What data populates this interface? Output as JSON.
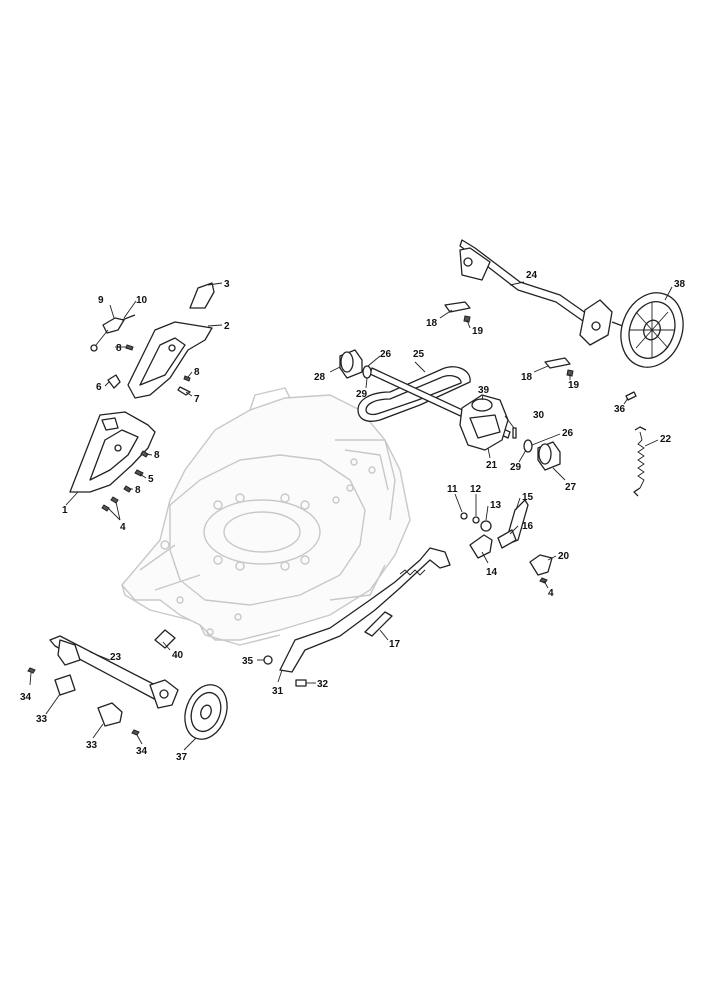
{
  "diagram": {
    "colors": {
      "line": "#222222",
      "deck": "#c8c8c8",
      "background": "#ffffff"
    },
    "callouts": [
      {
        "id": "c1",
        "label": "1"
      },
      {
        "id": "c2",
        "label": "2"
      },
      {
        "id": "c3",
        "label": "3"
      },
      {
        "id": "c4a",
        "label": "4"
      },
      {
        "id": "c4b",
        "label": "4"
      },
      {
        "id": "c5",
        "label": "5"
      },
      {
        "id": "c6",
        "label": "6"
      },
      {
        "id": "c7",
        "label": "7"
      },
      {
        "id": "c8a",
        "label": "8"
      },
      {
        "id": "c8b",
        "label": "8"
      },
      {
        "id": "c8c",
        "label": "8"
      },
      {
        "id": "c8d",
        "label": "8"
      },
      {
        "id": "c9",
        "label": "9"
      },
      {
        "id": "c10",
        "label": "10"
      },
      {
        "id": "c11",
        "label": "11"
      },
      {
        "id": "c12",
        "label": "12"
      },
      {
        "id": "c13",
        "label": "13"
      },
      {
        "id": "c14",
        "label": "14"
      },
      {
        "id": "c15",
        "label": "15"
      },
      {
        "id": "c16",
        "label": "16"
      },
      {
        "id": "c17",
        "label": "17"
      },
      {
        "id": "c18a",
        "label": "18"
      },
      {
        "id": "c18b",
        "label": "18"
      },
      {
        "id": "c19a",
        "label": "19"
      },
      {
        "id": "c19b",
        "label": "19"
      },
      {
        "id": "c20",
        "label": "20"
      },
      {
        "id": "c21",
        "label": "21"
      },
      {
        "id": "c22",
        "label": "22"
      },
      {
        "id": "c23",
        "label": "23"
      },
      {
        "id": "c24",
        "label": "24"
      },
      {
        "id": "c25",
        "label": "25"
      },
      {
        "id": "c26a",
        "label": "26"
      },
      {
        "id": "c26b",
        "label": "26"
      },
      {
        "id": "c27",
        "label": "27"
      },
      {
        "id": "c28",
        "label": "28"
      },
      {
        "id": "c29a",
        "label": "29"
      },
      {
        "id": "c29b",
        "label": "29"
      },
      {
        "id": "c30",
        "label": "30"
      },
      {
        "id": "c31",
        "label": "31"
      },
      {
        "id": "c32",
        "label": "32"
      },
      {
        "id": "c33a",
        "label": "33"
      },
      {
        "id": "c33b",
        "label": "33"
      },
      {
        "id": "c34a",
        "label": "34"
      },
      {
        "id": "c34b",
        "label": "34"
      },
      {
        "id": "c35",
        "label": "35"
      },
      {
        "id": "c36",
        "label": "36"
      },
      {
        "id": "c37",
        "label": "37"
      },
      {
        "id": "c38",
        "label": "38"
      },
      {
        "id": "c39",
        "label": "39"
      },
      {
        "id": "c40",
        "label": "40"
      }
    ]
  }
}
